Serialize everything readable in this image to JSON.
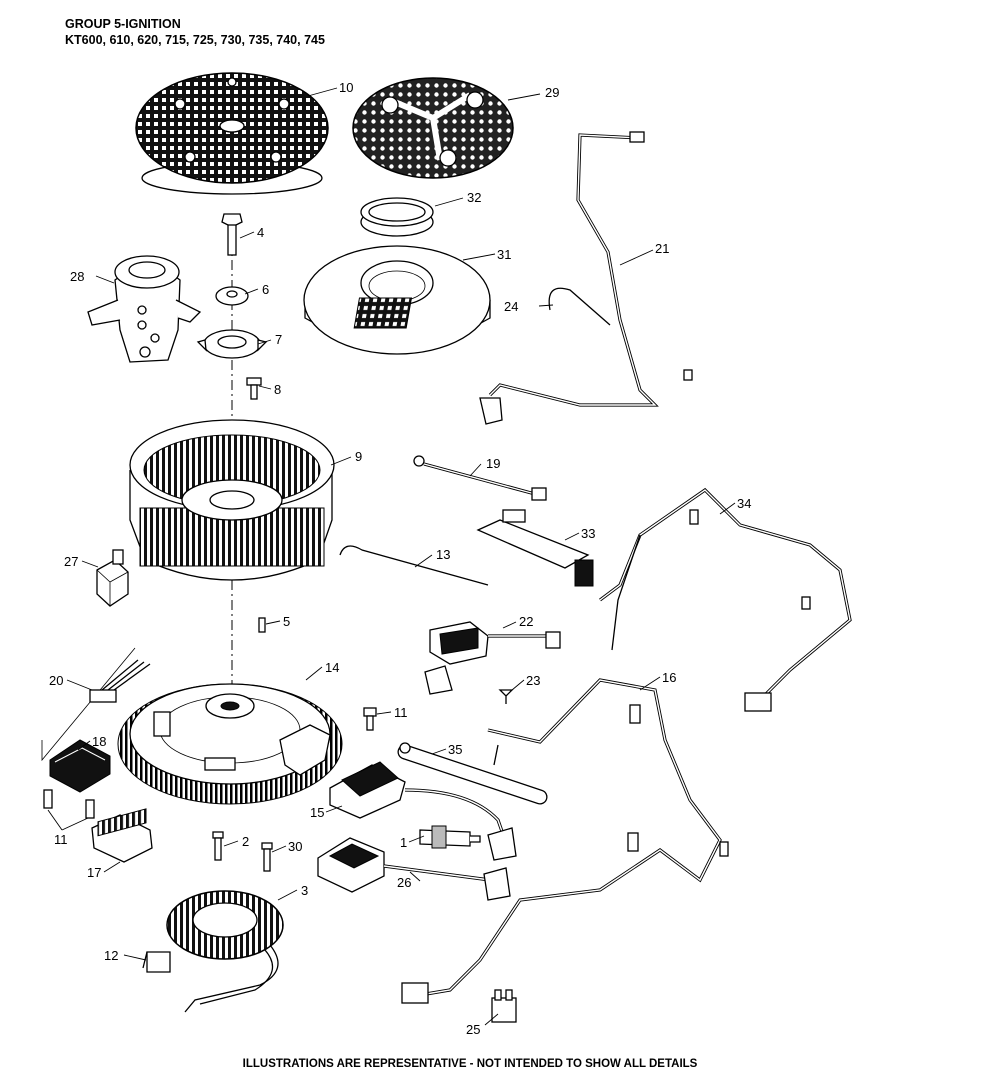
{
  "header": {
    "title": "GROUP 5-IGNITION",
    "models": "KT600, 610, 620, 715, 725, 730, 735, 740, 745"
  },
  "footer": {
    "note": "ILLUSTRATIONS ARE REPRESENTATIVE - NOT INTENDED TO SHOW ALL DETAILS"
  },
  "callouts": [
    "10",
    "29",
    "32",
    "31",
    "21",
    "4",
    "28",
    "6",
    "24",
    "7",
    "8",
    "9",
    "19",
    "34",
    "33",
    "13",
    "27",
    "5",
    "22",
    "14",
    "20",
    "23",
    "16",
    "11",
    "18",
    "35",
    "15",
    "11",
    "1",
    "2",
    "30",
    "17",
    "26",
    "3",
    "12",
    "25"
  ]
}
